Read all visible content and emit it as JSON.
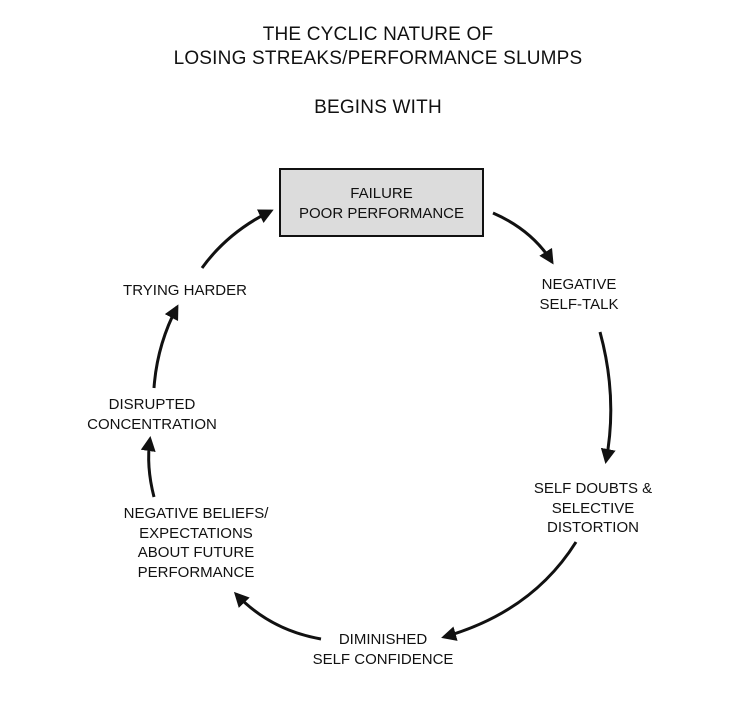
{
  "title": {
    "line1": "THE CYCLIC NATURE OF",
    "line2": "LOSING STREAKS/PERFORMANCE SLUMPS",
    "subtitle": "BEGINS WITH"
  },
  "cycle": {
    "start": {
      "line1": "FAILURE",
      "line2": "POOR PERFORMANCE"
    },
    "negative_self_talk": {
      "line1": "NEGATIVE",
      "line2": "SELF-TALK"
    },
    "self_doubts": {
      "line1": "SELF DOUBTS &",
      "line2": "SELECTIVE",
      "line3": "DISTORTION"
    },
    "diminished_confidence": {
      "line1": "DIMINISHED",
      "line2": "SELF CONFIDENCE"
    },
    "negative_beliefs": {
      "line1": "NEGATIVE BELIEFS/",
      "line2": "EXPECTATIONS",
      "line3": "ABOUT FUTURE",
      "line4": "PERFORMANCE"
    },
    "disrupted_concentration": {
      "line1": "DISRUPTED",
      "line2": "CONCENTRATION"
    },
    "trying_harder": {
      "line1": "TRYING HARDER"
    }
  },
  "colors": {
    "box_fill": "#dcdcdc",
    "stroke": "#111111",
    "background": "#ffffff"
  }
}
